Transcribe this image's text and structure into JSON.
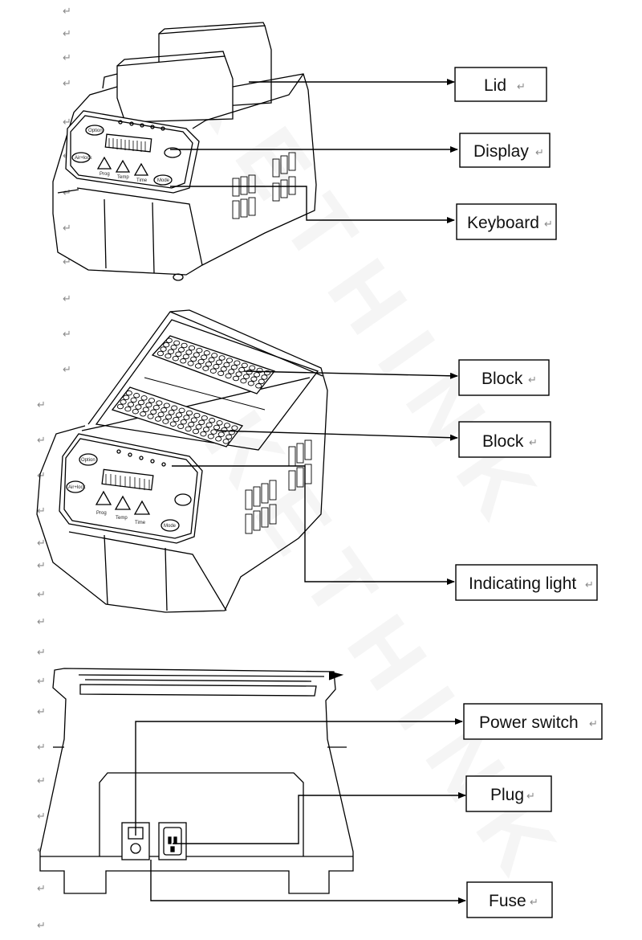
{
  "paragraph_mark": "↵",
  "watermark": "KETHINK",
  "callouts": {
    "lid": "Lid",
    "display": "Display",
    "keyboard": "Keyboard",
    "block_1": "Block",
    "block_2": "Block",
    "indicating_light": "Indicating light",
    "power_switch": "Power switch",
    "plug": "Plug",
    "fuse": "Fuse"
  },
  "front_panel_buttons": {
    "option": "Option",
    "air_lock": "Air+lock",
    "mode": "Mode",
    "prog": "Prog",
    "temp": "Temp",
    "time": "Time"
  }
}
